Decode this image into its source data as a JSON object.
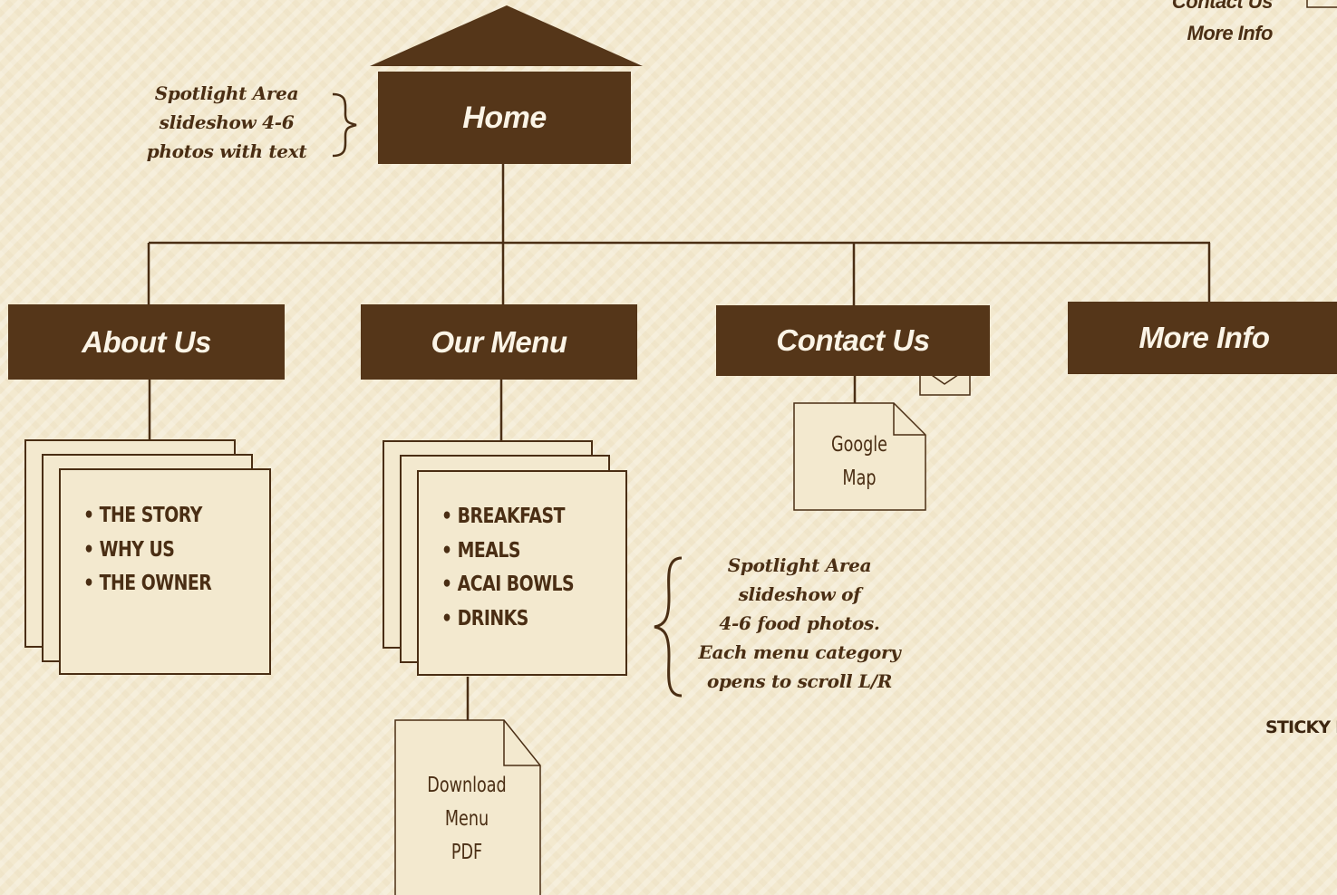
{
  "colors": {
    "background": "#f3e9cf",
    "box_fill": "#553619",
    "box_text": "#fbf4e6",
    "line": "#4a2e14"
  },
  "home": {
    "label": "Home"
  },
  "home_note": {
    "lines": [
      "Spotlight Area",
      "slideshow 4-6",
      "photos with text"
    ]
  },
  "nav": {
    "about": "About Us",
    "menu": "Our Menu",
    "contact": "Contact Us",
    "more": "More Info"
  },
  "about_pages": [
    "• THE STORY",
    "• WHY US",
    "• THE OWNER"
  ],
  "menu_pages": [
    "• BREAKFAST",
    "• MEALS",
    "• ACAI BOWLS",
    "• DRINKS"
  ],
  "menu_note": {
    "lines": [
      "Spotlight Area",
      "slideshow of",
      "4-6 food photos.",
      "Each menu category",
      "opens to scroll L/R"
    ]
  },
  "map_doc": {
    "lines": [
      "Google",
      "Map"
    ]
  },
  "pdf_doc": {
    "lines": [
      "Download",
      "Menu",
      "PDF"
    ]
  },
  "top_right": {
    "lines": [
      "Contact Us",
      "More Info"
    ]
  },
  "sticky_label": "STICKY I"
}
